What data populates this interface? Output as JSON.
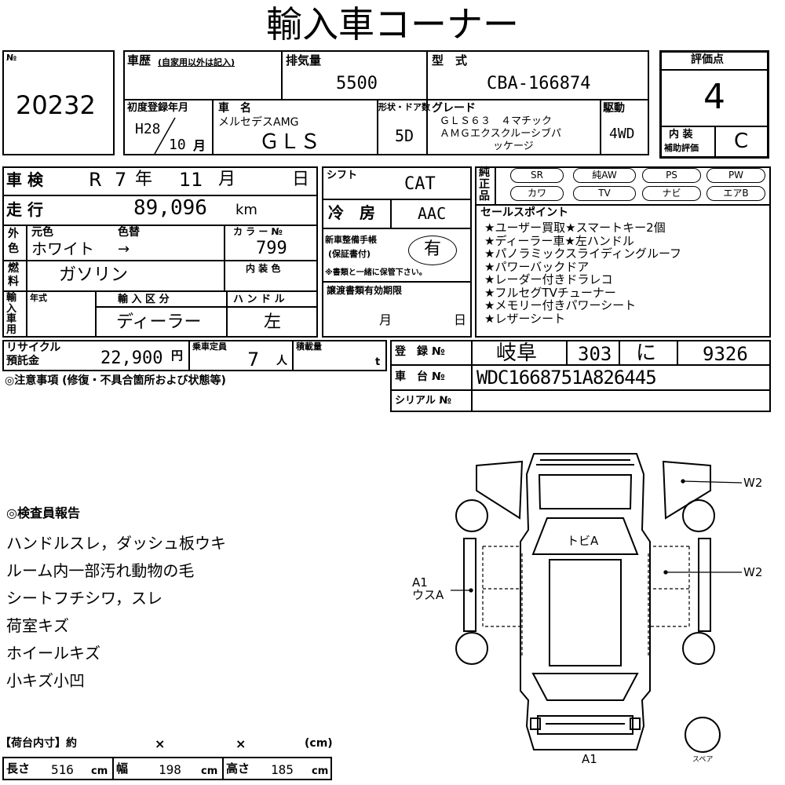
{
  "title": "輸入車コーナー",
  "lot": {
    "label": "№",
    "number": "20232"
  },
  "history": {
    "label": "車歴",
    "note": "(自家用以外は記入)"
  },
  "displacement": {
    "label": "排気量",
    "value": "5500"
  },
  "model": {
    "label": "型　式",
    "value": "CBA-166874"
  },
  "first_reg": {
    "label": "初度登録年月",
    "era_year": "H28",
    "month": "10",
    "month_unit": "月"
  },
  "car_name": {
    "label": "車　名",
    "maker": "メルセデスAMG",
    "name": "ＧＬＳ"
  },
  "shape": {
    "label": "形状・ドア数",
    "value": "5D"
  },
  "grade": {
    "label": "グレード",
    "line1": "ＧＬＳ６３　４マチック",
    "line2": "ＡＭＧエクスクルーシブパ",
    "line3": "ッケージ"
  },
  "drive": {
    "label": "駆動",
    "value": "4WD"
  },
  "score": {
    "label": "評価点",
    "value": "4",
    "interior_label_1": "内 装",
    "interior_label_2": "補助評価",
    "interior_value": "C"
  },
  "inspection": {
    "label": "車 検",
    "era": "R",
    "year": "7",
    "year_unit": "年",
    "month": "11",
    "month_unit": "月",
    "day_unit": "日"
  },
  "shift": {
    "label": "シフト",
    "value": "CAT"
  },
  "mileage": {
    "label": "走 行",
    "value": "89,096",
    "unit": "km"
  },
  "aircon": {
    "label": "冷　房",
    "value": "AAC"
  },
  "exterior": {
    "label_1": "外",
    "label_2": "色",
    "orig_label": "元色",
    "repaint_label": "色替",
    "value": "ホワイト",
    "arrow": "→",
    "color_no_label": "カ ラ ー №",
    "color_no": "799",
    "interior_color_label": "内 装 色"
  },
  "fuel": {
    "label_1": "燃",
    "label_2": "料",
    "value": "ガソリン"
  },
  "maintenance": {
    "label_1": "新車整備手帳",
    "label_2": "(保証書付)",
    "value": "有",
    "note": "※書類と一緒に保管下さい。"
  },
  "equipment": {
    "label_1": "純",
    "label_2": "正",
    "label_3": "品",
    "row1": [
      "SR",
      "純AW",
      "PS",
      "PW"
    ],
    "row2": [
      "カワ",
      "TV",
      "ナビ",
      "エアB"
    ]
  },
  "sales_points": {
    "label": "セールスポイント",
    "lines": [
      "★ユーザー買取★スマートキー2個",
      "★ディーラー車★左ハンドル",
      "★パノラミックスライディングルーフ",
      "★パワーバックドア",
      "★レーダー付きドラレコ",
      "★フルセグTVチューナー",
      "★メモリー付きパワーシート",
      "★レザーシート"
    ]
  },
  "import": {
    "label_chars": [
      "輸",
      "入",
      "車",
      "用"
    ],
    "year_label": "年式",
    "type_label": "輸 入 区 分",
    "type_value": "ディーラー",
    "handle_label": "ハ ン ド ル",
    "handle_value": "左"
  },
  "transfer": {
    "label": "譲渡書類有効期限",
    "month_unit": "月",
    "day_unit": "日"
  },
  "recycle": {
    "label_1": "リサイクル",
    "label_2": "預託金",
    "value": "22,900",
    "unit": "円"
  },
  "capacity": {
    "label": "乗車定員",
    "value": "7",
    "unit": "人"
  },
  "load": {
    "label": "積載量",
    "unit": "t"
  },
  "registration": {
    "label": "登　録 №",
    "area": "岐阜",
    "class": "303",
    "kana": "に",
    "number": "9326"
  },
  "chassis": {
    "label": "車　台 №",
    "value": "WDC1668751A826445"
  },
  "serial": {
    "label": "シリアル №",
    "value": ""
  },
  "caution": "◎注意事項 (修復・不具合箇所および状態等)",
  "inspector": {
    "title": "◎検査員報告",
    "lines": [
      "ハンドルスレ，ダッシュ板ウキ",
      "ルーム内一部汚れ動物の毛",
      "シートフチシワ，スレ",
      "荷室キズ",
      "ホイールキズ",
      "小キズ小凹"
    ]
  },
  "cargo": {
    "title": "【荷台内寸】約",
    "x1": "×",
    "x2": "×",
    "unit_header": "(cm)",
    "length_label": "長さ",
    "length": "516",
    "width_label": "幅",
    "width": "198",
    "height_label": "高さ",
    "height": "185",
    "unit": "cm"
  },
  "diagram": {
    "w2_top": "W2",
    "w2_mid": "W2",
    "a1_left_1": "A1",
    "a1_left_2": "ウスA",
    "tobi_a": "トビA",
    "a1_bottom": "A1",
    "spare": "スペア"
  }
}
